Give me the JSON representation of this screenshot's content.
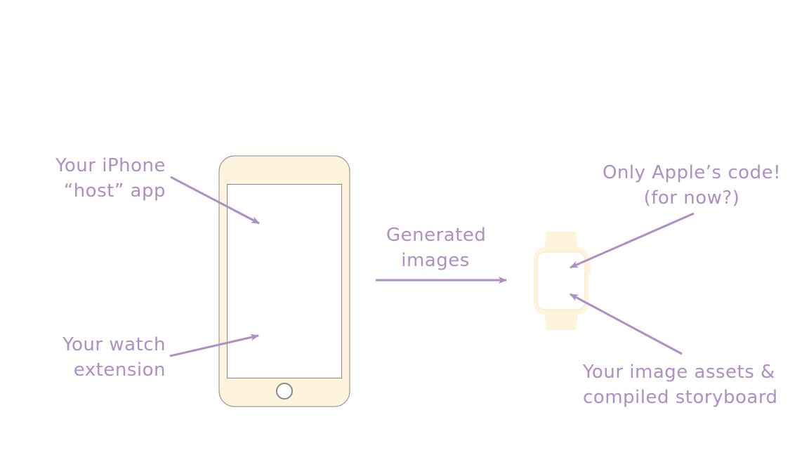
{
  "labels": {
    "host_app": [
      "Your iPhone",
      "“host” app"
    ],
    "watch_extension": [
      "Your watch",
      "extension"
    ],
    "generated_images": [
      "Generated",
      "images"
    ],
    "apple_code": [
      "Only Apple’s code!",
      "(for now?)"
    ],
    "image_assets": [
      "Your image assets &",
      "compiled storyboard"
    ]
  },
  "colors": {
    "accent": "#ae8fc3",
    "device_fill": "#fef3dc",
    "device_stroke": "#888888",
    "background": "#ffffff"
  }
}
